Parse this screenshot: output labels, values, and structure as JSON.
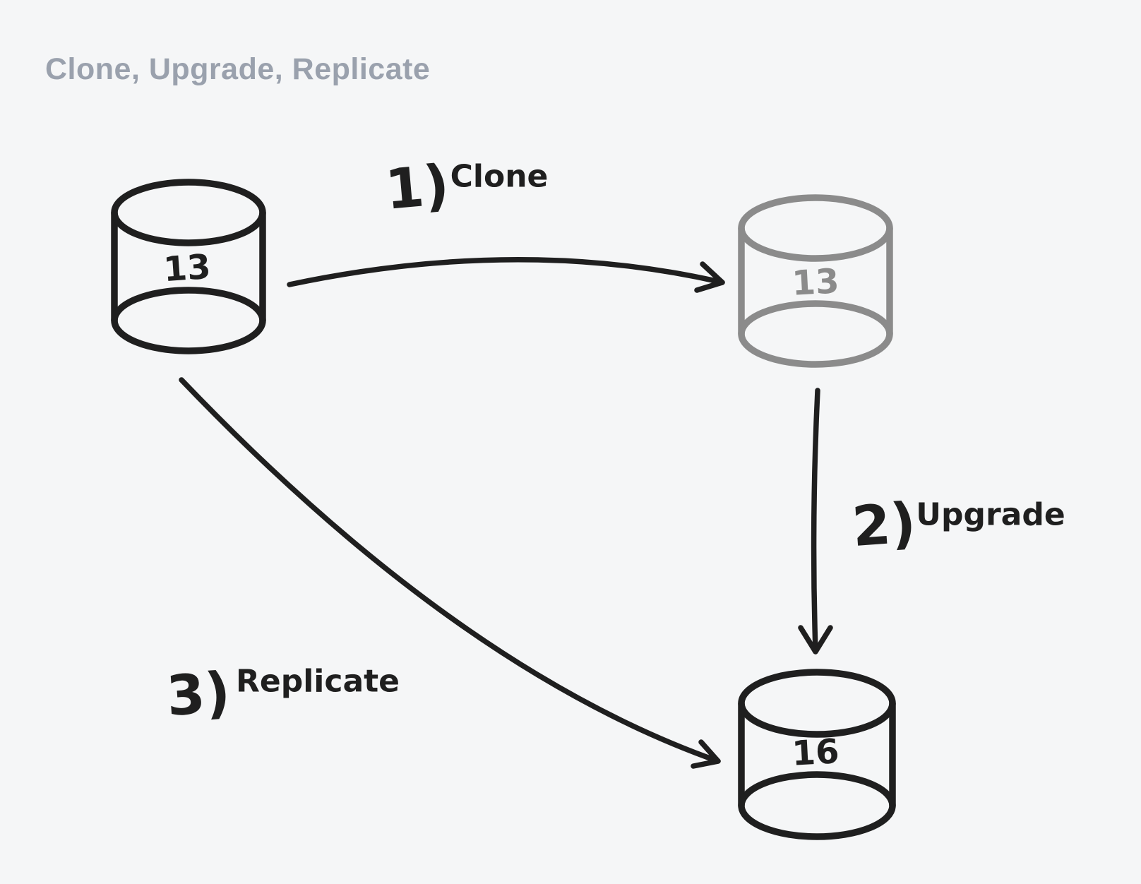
{
  "title": "Clone, Upgrade, Replicate",
  "colors": {
    "background": "#f5f6f7",
    "ink": "#1f1f1f",
    "muted_gray": "#8b8b8b",
    "title_gray": "#9aa1ad"
  },
  "nodes": [
    {
      "id": "source-database",
      "label": "13",
      "style": "ink"
    },
    {
      "id": "cloned-database",
      "label": "13",
      "style": "muted"
    },
    {
      "id": "upgraded-database",
      "label": "16",
      "style": "ink"
    }
  ],
  "steps": [
    {
      "number": "1)",
      "label": "Clone",
      "from": "source-database",
      "to": "cloned-database"
    },
    {
      "number": "2)",
      "label": "Upgrade",
      "from": "cloned-database",
      "to": "upgraded-database"
    },
    {
      "number": "3)",
      "label": "Replicate",
      "from": "source-database",
      "to": "upgraded-database"
    }
  ]
}
